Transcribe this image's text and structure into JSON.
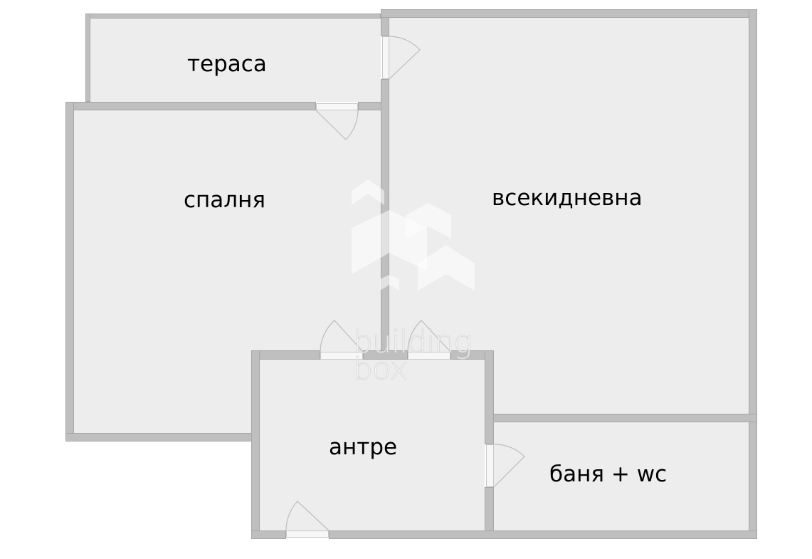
{
  "rooms": [
    {
      "id": "terrace",
      "label": "тераса"
    },
    {
      "id": "bedroom",
      "label": "спалня"
    },
    {
      "id": "living",
      "label": "всекидневна"
    },
    {
      "id": "hall",
      "label": "антре"
    },
    {
      "id": "bath",
      "label": "баня + wc"
    }
  ],
  "watermark": {
    "line1": "building",
    "line2": "box"
  },
  "colors": {
    "floor": "#ededed",
    "wall": "#bfbfbf",
    "wall_edge": "#a6a6a6",
    "background": "#ffffff"
  }
}
